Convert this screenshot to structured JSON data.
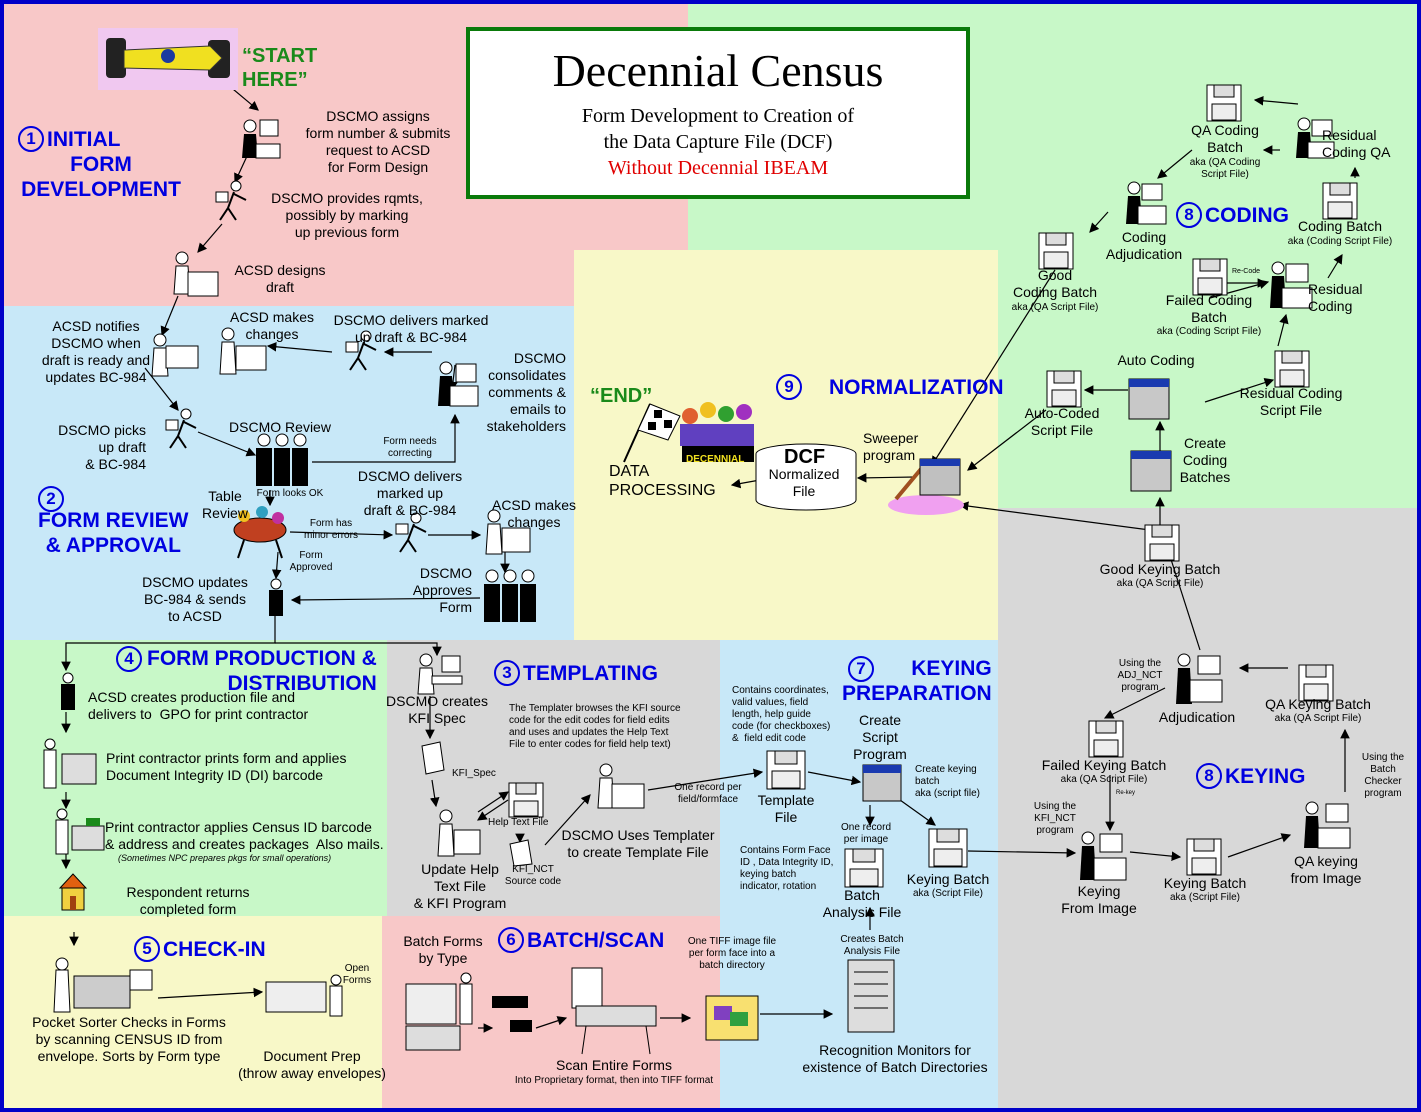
{
  "title": {
    "main": "Decennial Census",
    "line1": "Form Development to Creation of",
    "line2": "the Data Capture File (DCF)",
    "line3": "Without Decennial IBEAM"
  },
  "start": "“START\nHERE”",
  "end": "“END”",
  "decennial_flag": "DECENNIAL",
  "sections": {
    "s1": {
      "num": "1",
      "label": "INITIAL\nFORM\nDEVELOPMENT"
    },
    "s2": {
      "num": "2",
      "label": "FORM REVIEW\n& APPROVAL"
    },
    "s3": {
      "num": "3",
      "label": "TEMPLATING"
    },
    "s4": {
      "num": "4",
      "label": "FORM PRODUCTION &\nDISTRIBUTION"
    },
    "s5": {
      "num": "5",
      "label": "CHECK-IN"
    },
    "s6": {
      "num": "6",
      "label": "BATCH/SCAN"
    },
    "s7": {
      "num": "7",
      "label": "KEYING\nPREPARATION"
    },
    "s8a": {
      "num": "8",
      "label": "CODING"
    },
    "s8b": {
      "num": "8",
      "label": "KEYING"
    },
    "s9": {
      "num": "9",
      "label": "NORMALIZATION"
    }
  },
  "labels": {
    "dscmo_assigns": "DSCMO assigns\nform number & submits\nrequest to ACSD\nfor Form Design",
    "dscmo_provides": "DSCMO provides rqmts,\npossibly by marking\nup previous form",
    "acsd_designs": "ACSD designs\ndraft",
    "acsd_notifies": "ACSD notifies\nDSCMO when\ndraft is ready and\nupdates BC-984",
    "acsd_makes_changes_1": "ACSD makes\nchanges",
    "dscmo_delivers_1": "DSCMO delivers marked\nup draft & BC-984",
    "dscmo_consolidates": "DSCMO\nconsolidates\ncomments &\nemails to\nstakeholders",
    "dscmo_picks": "DSCMO picks\nup draft\n& BC-984",
    "dscmo_review": "DSCMO Review",
    "form_needs_correcting": "Form needs\ncorrecting",
    "table_review": "Table\nReview",
    "form_looks_ok": "Form looks OK",
    "dscmo_delivers_2": "DSCMO delivers\nmarked up\ndraft & BC-984",
    "form_minor_errors": "Form has\nminor errors",
    "acsd_makes_changes_2": "ACSD makes\nchanges",
    "form_approved": "Form\nApproved",
    "dscmo_approves": "DSCMO\nApproves\nForm",
    "dscmo_updates": "DSCMO updates\nBC-984 & sends\nto ACSD",
    "acsd_creates_production": "ACSD creates production file and\ndelivers to  GPO for print contractor",
    "print_contractor_prints": "Print contractor prints form and applies\nDocument Integrity ID (DI) barcode",
    "print_contractor_applies": "Print contractor applies Census ID barcode\n& address and creates packages  Also mails.",
    "npc_note": "(Sometimes NPC prepares pkgs for small operations)",
    "respondent_returns": "Respondent returns\ncompleted form",
    "dscmo_creates_kfi": "DSCMO creates\nKFI Spec",
    "kfi_spec": "KFI_Spec",
    "templater_browses": "The Templater browses the KFI source\ncode for the edit codes for field edits\nand uses and updates the Help Text\nFile to enter codes for field help text)",
    "help_text_file": "Help Text File",
    "update_help": "Update Help\nText File\n& KFI Program",
    "kfi_nct_source": "KFI_NCT\nSource code",
    "dscmo_uses_templater": "DSCMO Uses Templater\nto create Template File",
    "one_record_field": "One record per\nfield/formface",
    "template_file": "Template\nFile",
    "contains_coordinates": "Contains coordinates,\nvalid values, field\nlength, help guide\ncode (for checkboxes)\n&  field edit code",
    "create_script_program": "Create\nScript\nProgram",
    "create_keying_batch": "Create keying\nbatch\naka (script file)",
    "one_record_image": "One record\nper image",
    "contains_form_face": "Contains Form Face\nID , Data Integrity ID,\nkeying batch\nindicator, rotation",
    "batch_analysis_file": "Batch\nAnalysis File",
    "keying_batch_7": "Keying Batch",
    "keying_batch_7_aka": "aka (Script File)",
    "creates_batch_analysis": "Creates Batch\nAnalysis File",
    "recognition_monitors": "Recognition Monitors for\nexistence of Batch Directories",
    "pocket_sorter": "Pocket Sorter Checks in Forms\nby scanning CENSUS ID from\nenvelope. Sorts by Form type",
    "open_forms": "Open\nForms",
    "document_prep": "Document Prep\n(throw away envelopes)",
    "batch_forms": "Batch Forms\nby Type",
    "one_tiff": "One TIFF image file\nper form face into a\nbatch directory",
    "scan_entire": "Scan Entire Forms",
    "proprietary_format": "Into Proprietary format, then into TIFF format",
    "data_processing": "DATA\nPROCESSING",
    "dcf": "DCF",
    "normalized_file": "Normalized\nFile",
    "sweeper_program": "Sweeper\nprogram",
    "qa_coding_batch": "QA Coding\nBatch",
    "qa_coding_batch_aka": "aka (QA Coding\nScript File)",
    "residual_coding_qa": "Residual\nCoding QA",
    "coding_adjudication": "Coding\nAdjudication",
    "coding_batch": "Coding Batch",
    "coding_batch_aka": "aka (Coding Script File)",
    "good_coding_batch": "Good\nCoding Batch",
    "good_coding_batch_aka": "aka (QA Script File)",
    "failed_coding_batch": "Failed Coding\nBatch",
    "failed_coding_batch_aka": "aka (Coding Script File)",
    "re_code": "Re-Code",
    "residual_coding": "Residual\nCoding",
    "auto_coding": "Auto Coding",
    "auto_coded_script": "Auto-Coded\nScript File",
    "residual_coding_script": "Residual Coding\nScript File",
    "create_coding_batches": "Create\nCoding\nBatches",
    "good_keying_batch": "Good Keying Batch",
    "good_keying_batch_aka": "aka (QA Script File)",
    "using_adj_nct": "Using the\nADJ_NCT\nprogram",
    "adjudication": "Adjudication",
    "qa_keying_batch": "QA Keying Batch",
    "qa_keying_batch_aka": "aka (QA Script File)",
    "failed_keying_batch": "Failed Keying Batch",
    "failed_keying_batch_aka": "aka (QA Script File)",
    "re_key": "Re-key",
    "using_kfi_nct": "Using the\nKFI_NCT\nprogram",
    "using_batch_checker": "Using the\nBatch\nChecker\nprogram",
    "keying_from_image": "Keying\nFrom Image",
    "keying_batch_8": "Keying Batch",
    "keying_batch_8_aka": "aka (Script File)",
    "qa_keying_image": "QA keying\nfrom Image"
  },
  "colors": {
    "frame": "#0000c8",
    "pink": "#f8c8c8",
    "green": "#c8f8c8",
    "blue": "#c8e8f8",
    "yellow": "#f8f8c8",
    "grey": "#d8d8d8",
    "heading": "#0000e0",
    "title_border": "#0a7a0a",
    "subtitle_red": "#e00000",
    "start_green": "#1a8a1a"
  }
}
